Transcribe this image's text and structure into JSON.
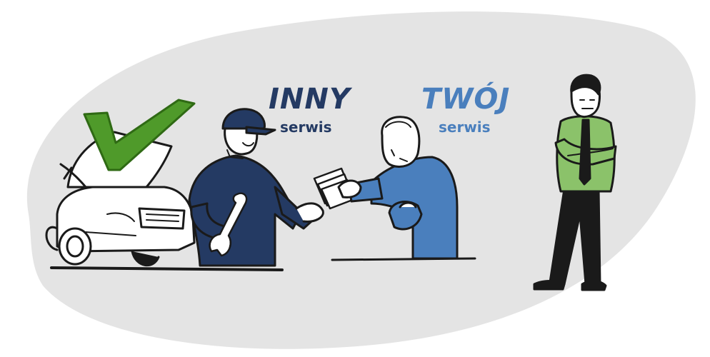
{
  "labels": {
    "other_title": "INNY",
    "other_sub": "serwis",
    "your_title": "TWÓJ",
    "your_sub": "serwis"
  },
  "colors": {
    "background_blob": "#e4e4e4",
    "navy": "#243a63",
    "blue": "#4a7fbd",
    "green": "#8bc26a",
    "check_green": "#4f9a2a",
    "ink": "#1a1a1a"
  },
  "icons": [
    "checkmark-icon",
    "car-illustration",
    "mechanic-illustration",
    "wrench-icon",
    "customer-illustration",
    "cash-icon",
    "man-in-green-illustration"
  ]
}
